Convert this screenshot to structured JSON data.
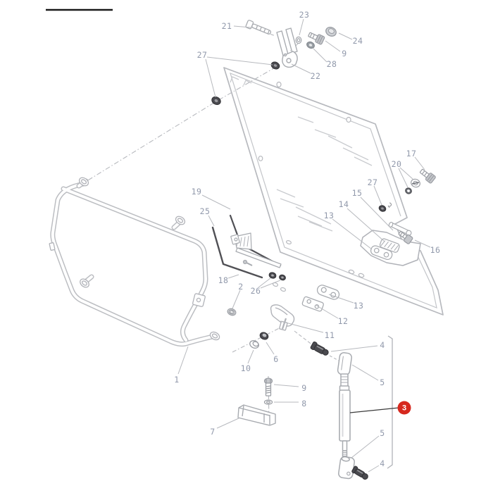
{
  "figure_type": "exploded-parts-diagram",
  "colors": {
    "label_color": "#9199ab",
    "line_color": "#b7b9be",
    "dark_part": "#4a4a4f",
    "highlight_bg": "#d6281e",
    "highlight_text": "#ffffff",
    "rule_color": "#1a1a1a"
  },
  "highlight": {
    "label": "3"
  },
  "callouts": [
    {
      "label": "21"
    },
    {
      "label": "23"
    },
    {
      "label": "24"
    },
    {
      "label": "9"
    },
    {
      "label": "28"
    },
    {
      "label": "22"
    },
    {
      "label": "27"
    },
    {
      "label": "19"
    },
    {
      "label": "25"
    },
    {
      "label": "17"
    },
    {
      "label": "20"
    },
    {
      "label": "27"
    },
    {
      "label": "15"
    },
    {
      "label": "14"
    },
    {
      "label": "13"
    },
    {
      "label": "16"
    },
    {
      "label": "18"
    },
    {
      "label": "2"
    },
    {
      "label": "26"
    },
    {
      "label": "13"
    },
    {
      "label": "12"
    },
    {
      "label": "11"
    },
    {
      "label": "10"
    },
    {
      "label": "6"
    },
    {
      "label": "9"
    },
    {
      "label": "8"
    },
    {
      "label": "7"
    },
    {
      "label": "1"
    },
    {
      "label": "4"
    },
    {
      "label": "5"
    },
    {
      "label": "5"
    },
    {
      "label": "4"
    }
  ]
}
